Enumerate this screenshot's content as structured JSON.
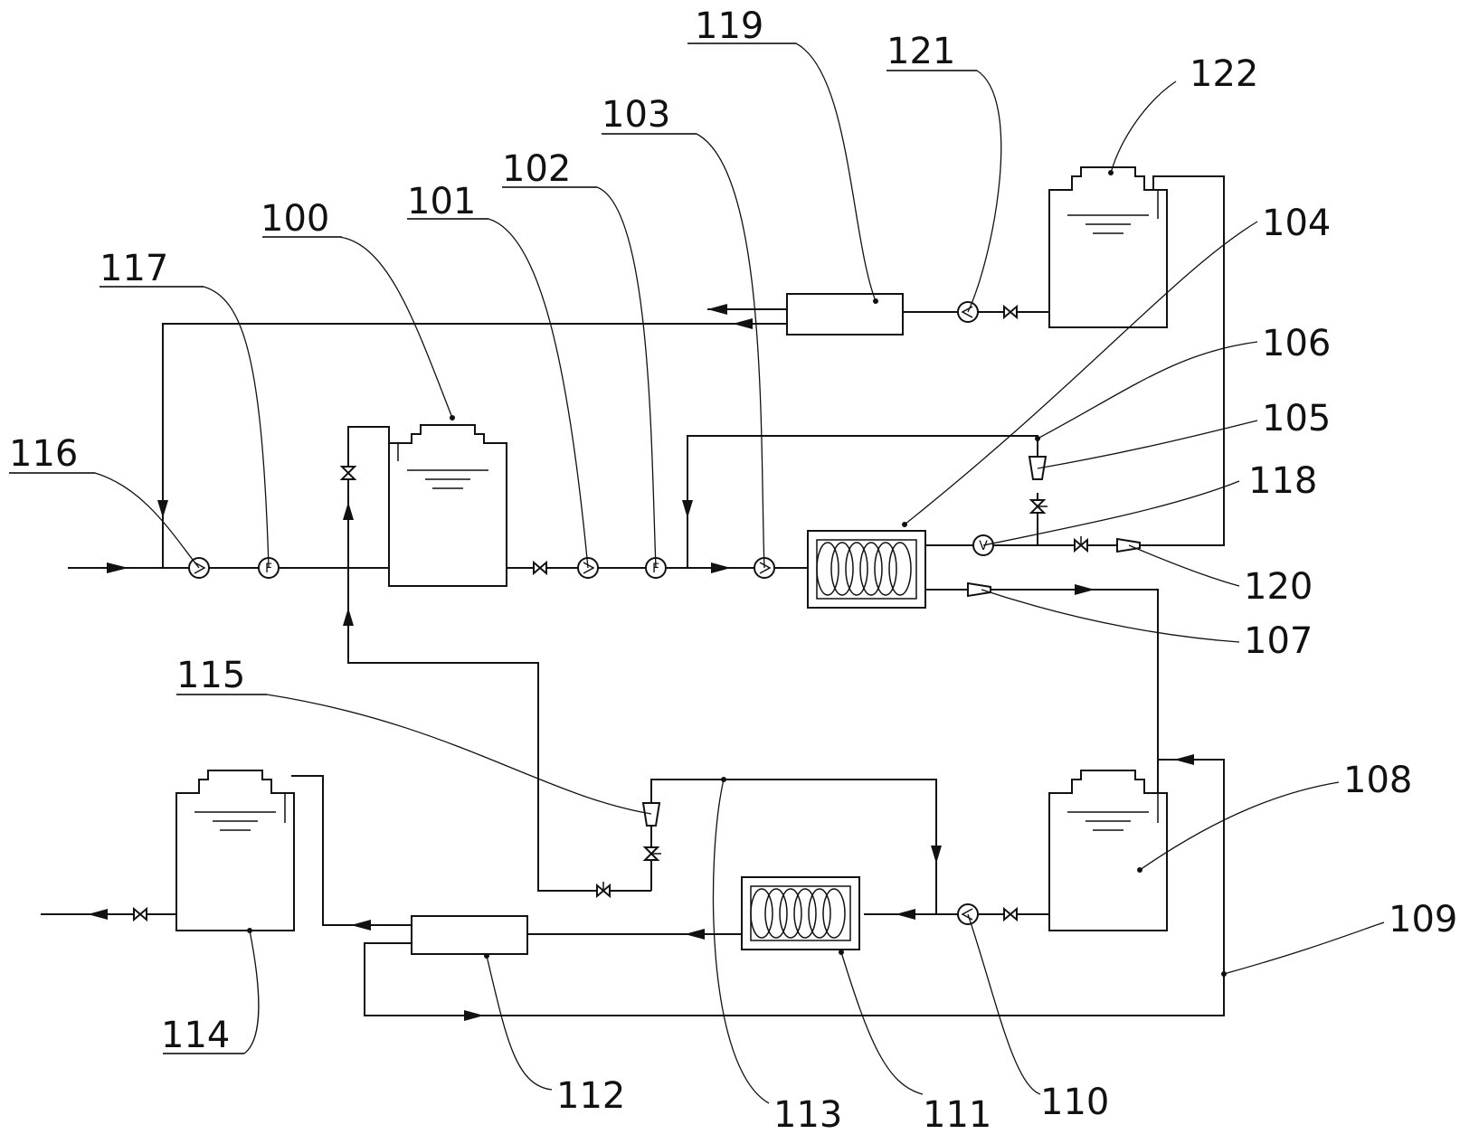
{
  "labels": {
    "l100": "100",
    "l101": "101",
    "l102": "102",
    "l103": "103",
    "l104": "104",
    "l105": "105",
    "l106": "106",
    "l107": "107",
    "l108": "108",
    "l109": "109",
    "l110": "110",
    "l111": "111",
    "l112": "112",
    "l113": "113",
    "l114": "114",
    "l115": "115",
    "l116": "116",
    "l117": "117",
    "l118": "118",
    "l119": "119",
    "l120": "120",
    "l121": "121",
    "l122": "122"
  },
  "symbols": {
    "flow_meter": "F",
    "valve_v": "V"
  }
}
